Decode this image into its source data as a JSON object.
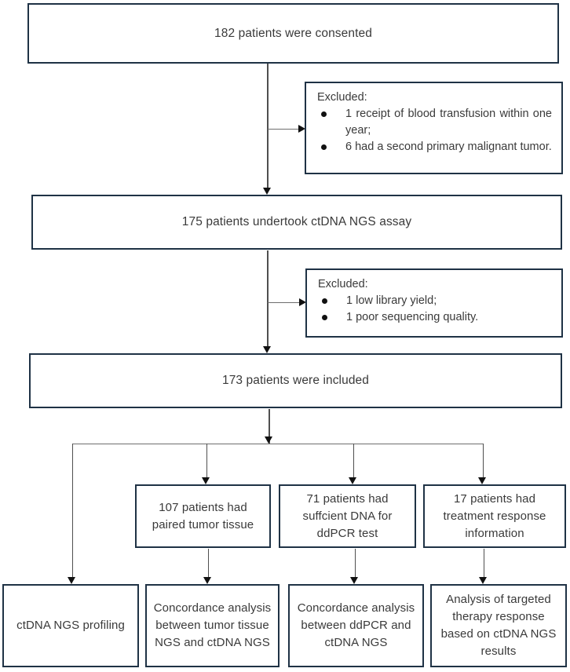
{
  "diagram": {
    "nodes": {
      "consented": {
        "label": "182 patients were consented"
      },
      "excluded1": {
        "title": "Excluded:",
        "items": [
          "1 receipt of blood transfusion within one year;",
          "6 had a second primary malignant tumor."
        ]
      },
      "assay": {
        "label": "175 patients undertook ctDNA NGS assay"
      },
      "excluded2": {
        "title": "Excluded:",
        "items": [
          "1 low library yield;",
          "1 poor sequencing quality."
        ]
      },
      "included": {
        "label": "173 patients were included"
      },
      "tumor_tissue": {
        "label": "107 patients had paired tumor tissue"
      },
      "ddpcr_dna": {
        "label": "71 patients had suffcient DNA for ddPCR test"
      },
      "treatment_info": {
        "label": "17 patients had treatment response information"
      },
      "profiling": {
        "label": "ctDNA NGS profiling"
      },
      "concordance_tissue": {
        "label": "Concordance analysis between tumor tissue NGS and ctDNA NGS"
      },
      "concordance_ddpcr": {
        "label": "Concordance analysis between ddPCR and ctDNA NGS"
      },
      "therapy_response": {
        "label": "Analysis of targeted therapy response based on ctDNA NGS results"
      }
    },
    "colors": {
      "box_border": "#1f3245",
      "connector_line": "#4f4f4f",
      "arrowhead": "#111111",
      "text": "#3a3a3a",
      "background": "#ffffff"
    }
  }
}
